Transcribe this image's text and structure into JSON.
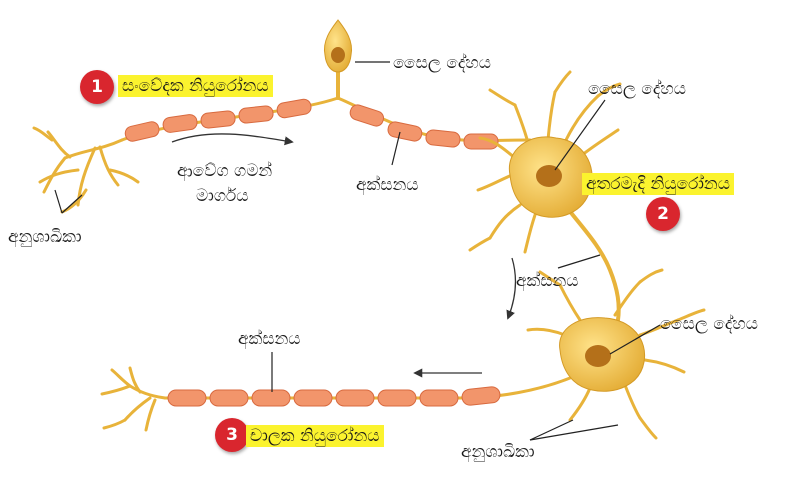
{
  "colors": {
    "neuron_body": "#e8b33a",
    "nucleus": "#b4701a",
    "myelin": "#f2956b",
    "highlight": "#fbf32e",
    "badge": "#d9262e"
  },
  "neurons": [
    {
      "number": "1",
      "name": "සංවේදක නියුරෝනය"
    },
    {
      "number": "2",
      "name": "අතරමැදි නියුරෝනය"
    },
    {
      "number": "3",
      "name": "චාලක නියුරෝනය"
    }
  ],
  "labels": {
    "cell_body": "සෛල දේහය",
    "axon": "අක්සනය",
    "dendrites": "අනුශාඛිකා",
    "impulse_path_line1": "ආවේග ගමන්",
    "impulse_path_line2": "මාර්ගය"
  }
}
